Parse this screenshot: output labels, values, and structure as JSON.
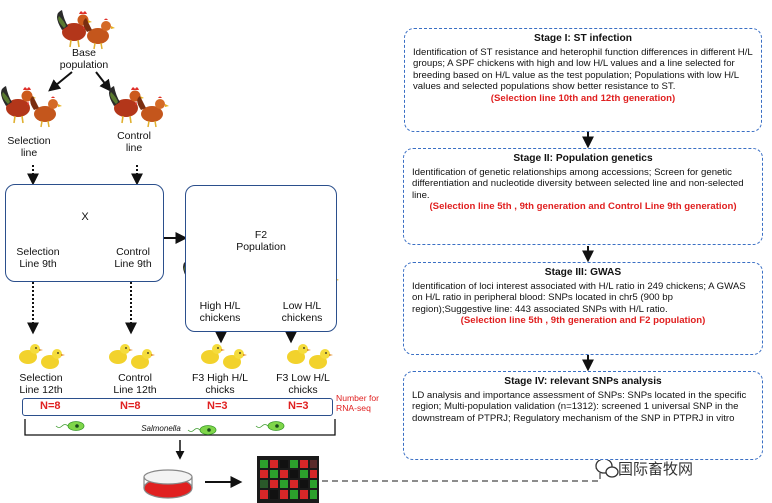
{
  "left": {
    "base_population": "Base population",
    "selection_line": "Selection line",
    "control_line": "Control line",
    "cross_symbol": "X",
    "selection_line_9": "Selection Line 9th",
    "control_line_9": "Control Line 9th",
    "f2_population": "F2 Population",
    "high_hl_chickens": "High H/L chickens",
    "low_hl_chickens": "Low H/L chickens",
    "selection_line_12": "Selection Line 12th",
    "control_line_12": "Control Line 12th",
    "f3_high_hl_chicks": "F3 High H/L chicks",
    "f3_low_hl_chicks": "F3 Low H/L chicks",
    "n_values": [
      "N=8",
      "N=8",
      "N=3",
      "N=3"
    ],
    "number_for_rnaseq": "Number for RNA-seq",
    "salmonella": "Salmonella"
  },
  "stages": [
    {
      "title": "Stage I: ST infection",
      "body": "Identification of ST resistance and heterophil function differences in different H/L groups; A SPF chickens with high and low H/L values and a line selected for breeding based on H/L value as the test population; Populations with low H/L values and selected populations show better resistance to ST.",
      "generation": "(Selection line 10th and 12th generation)"
    },
    {
      "title": "Stage II: Population genetics",
      "body": "Identification of genetic relationships among accessions; Screen for genetic differentiation and nucleotide diversity between selected line and non-selected line.",
      "generation": "(Selection line 5th , 9th generation and Control Line 9th generation)"
    },
    {
      "title": "Stage III: GWAS",
      "body": "Identification of loci interest associated with H/L ratio in 249 chickens; A GWAS on H/L ratio in peripheral blood: SNPs located in chr5 (900 bp region);Suggestive line: 443 associated SNPs with H/L ratio.",
      "generation": "(Selection line 5th , 9th generation and F2 population)"
    },
    {
      "title": "Stage IV: relevant SNPs analysis",
      "body": "LD analysis and importance assessment of SNPs: SNPs located in the specific region; Multi-population validation (n=1312): screened 1 universal SNP in the downstream of PTPRJ; Regulatory mechanism of the SNP in PTPRJ in vitro",
      "generation": ""
    }
  ],
  "watermark": "国际畜牧网",
  "colors": {
    "box_border": "#2b4f8c",
    "stage_border": "#3a6fc4",
    "highlight": "#e02020"
  }
}
